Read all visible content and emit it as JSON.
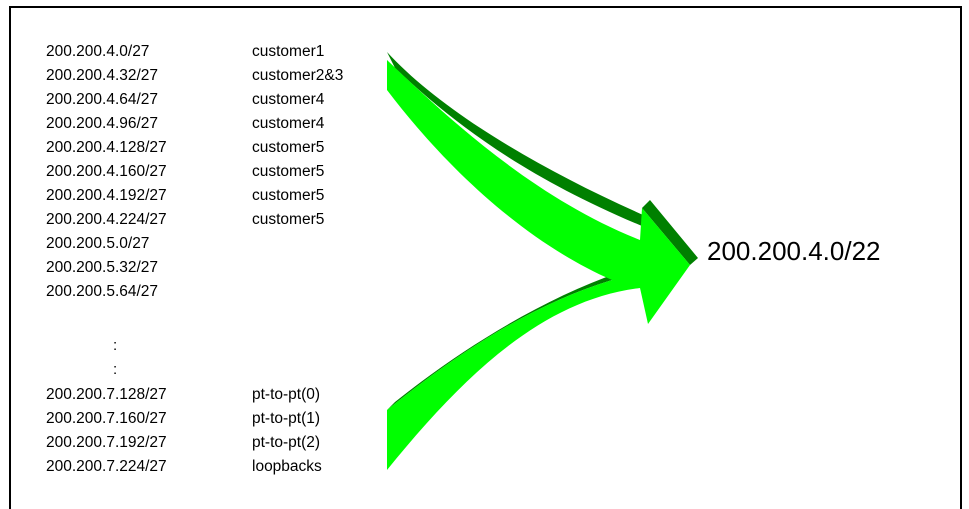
{
  "routes": [
    {
      "network": "200.200.4.0/27",
      "assignment": "customer1"
    },
    {
      "network": "200.200.4.32/27",
      "assignment": "customer2&3"
    },
    {
      "network": "200.200.4.64/27",
      "assignment": "customer4"
    },
    {
      "network": "200.200.4.96/27",
      "assignment": "customer4"
    },
    {
      "network": "200.200.4.128/27",
      "assignment": "customer5"
    },
    {
      "network": "200.200.4.160/27",
      "assignment": "customer5"
    },
    {
      "network": "200.200.4.192/27",
      "assignment": "customer5"
    },
    {
      "network": "200.200.4.224/27",
      "assignment": "customer5"
    },
    {
      "network": "200.200.5.0/27",
      "assignment": ""
    },
    {
      "network": "200.200.5.32/27",
      "assignment": ""
    },
    {
      "network": "200.200.5.64/27",
      "assignment": ""
    }
  ],
  "ellipsis": [
    ":",
    ":"
  ],
  "tail_routes": [
    {
      "network": "200.200.7.128/27",
      "assignment": "pt-to-pt(0)"
    },
    {
      "network": "200.200.7.160/27",
      "assignment": "pt-to-pt(1)"
    },
    {
      "network": "200.200.7.192/27",
      "assignment": "pt-to-pt(2)"
    },
    {
      "network": "200.200.7.224/27",
      "assignment": "loopbacks"
    }
  ],
  "summary_route": "200.200.4.0/22",
  "colors": {
    "arrow_fill": "#00ff00",
    "arrow_shadow": "#008000"
  }
}
